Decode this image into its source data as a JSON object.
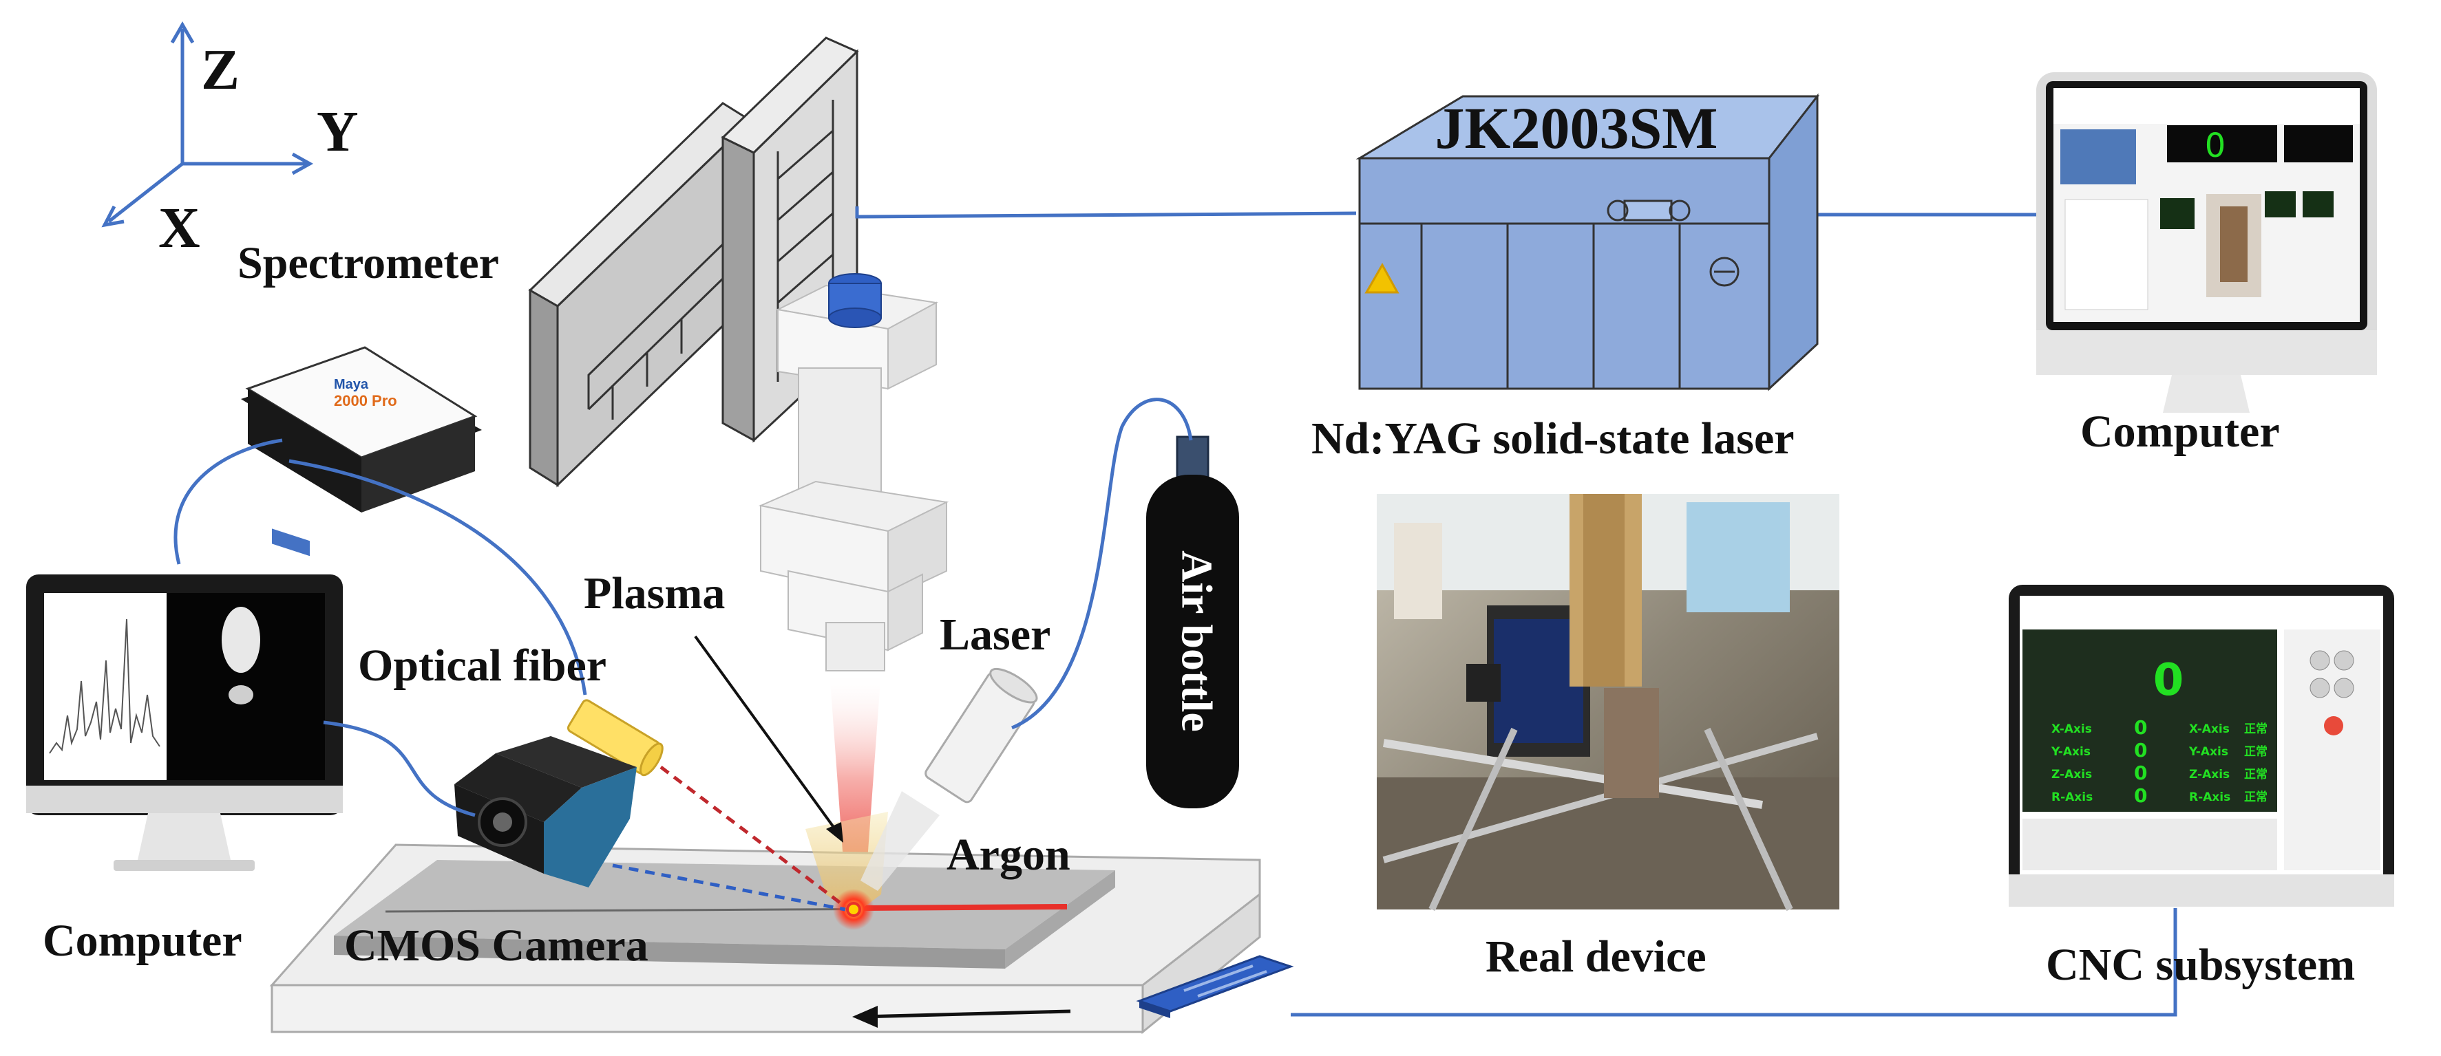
{
  "axes": {
    "z": "Z",
    "y": "Y",
    "x": "X"
  },
  "labels": {
    "spectrometer": "Spectrometer",
    "plasma": "Plasma",
    "optical_fiber": "Optical fiber",
    "laser": "Laser",
    "air_bottle": "Air bottle",
    "argon": "Argon",
    "cmos_camera": "CMOS Camera",
    "computer_left": "Computer",
    "laser_model": "JK2003SM",
    "laser_type": "Nd:YAG solid-state laser",
    "computer_right": "Computer",
    "real_device": "Real device",
    "cnc_subsystem": "CNC subsystem"
  },
  "cnc_screen": {
    "big_value": "0",
    "axis_rows": [
      {
        "axis": "X-Axis",
        "value": "0",
        "axis2": "X-Axis",
        "status": "正常"
      },
      {
        "axis": "Y-Axis",
        "value": "0",
        "axis2": "Y-Axis",
        "status": "正常"
      },
      {
        "axis": "Z-Axis",
        "value": "0",
        "axis2": "Z-Axis",
        "status": "正常"
      },
      {
        "axis": "R-Axis",
        "value": "0",
        "axis2": "R-Axis",
        "status": "正常"
      }
    ]
  },
  "computer_screen": {
    "readout": "0"
  },
  "colors": {
    "cable": "#4472c4",
    "laser_body": "#8eaadb",
    "laser_top": "#a9c2ea",
    "beam": "#e8302a",
    "cnc_bg": "#1e2e1e",
    "cnc_text": "#22e022"
  }
}
